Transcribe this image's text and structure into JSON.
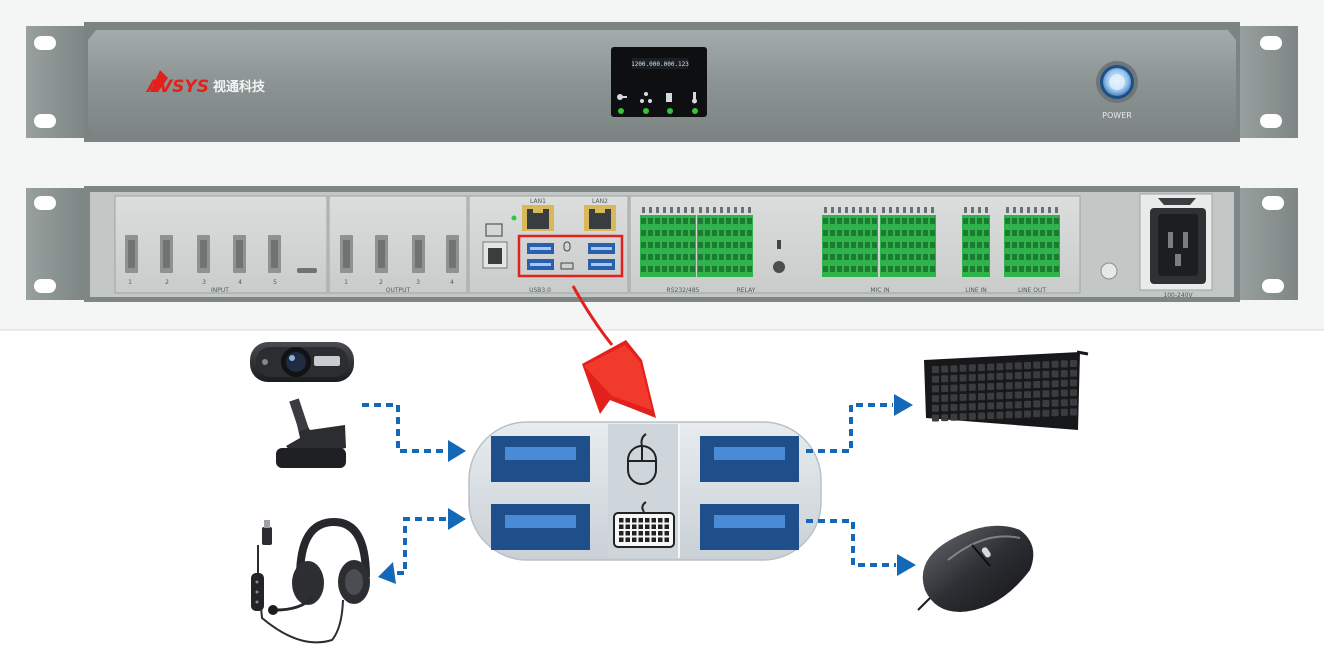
{
  "front_panel": {
    "brand_name": "AVSYS",
    "brand_name_cn": "视通科技",
    "power_label": "POWER",
    "display_text": "1200.000.000.123",
    "indicator_icons": [
      "key-icon",
      "network-icon",
      "sd-card-icon",
      "thermometer-icon"
    ],
    "led_color": "#35c437"
  },
  "rear_panel": {
    "input_label": "INPUT",
    "input_numbers": [
      "1",
      "2",
      "3",
      "4",
      "5"
    ],
    "output_label": "OUTPUT",
    "output_numbers": [
      "1",
      "2",
      "3",
      "4"
    ],
    "usb_label": "USB3.0",
    "lan_labels": [
      "LAN1",
      "LAN2"
    ],
    "rs232_label": "RS232/485",
    "relay_label": "RELAY",
    "mic_label": "MIC IN",
    "line_in_label": "LINE IN",
    "line_out_label": "LINE OUT",
    "power_inlet_label": "100-240V",
    "terminal_color": "#2fb34a"
  },
  "usb_hub": {
    "ports": 4,
    "center_icons": [
      "mouse-icon",
      "keyboard-icon"
    ],
    "port_color": "#1f4f8b",
    "port_slot_color": "#4a8ad6"
  },
  "devices": {
    "left": [
      "webcam",
      "usb-headset"
    ],
    "right": [
      "keyboard",
      "mouse"
    ]
  },
  "colors": {
    "highlight": "#e3211c",
    "pointer_arrow": "#e3211c",
    "connector_arrow": "#1468b8",
    "rack_body": "#8c9493"
  }
}
